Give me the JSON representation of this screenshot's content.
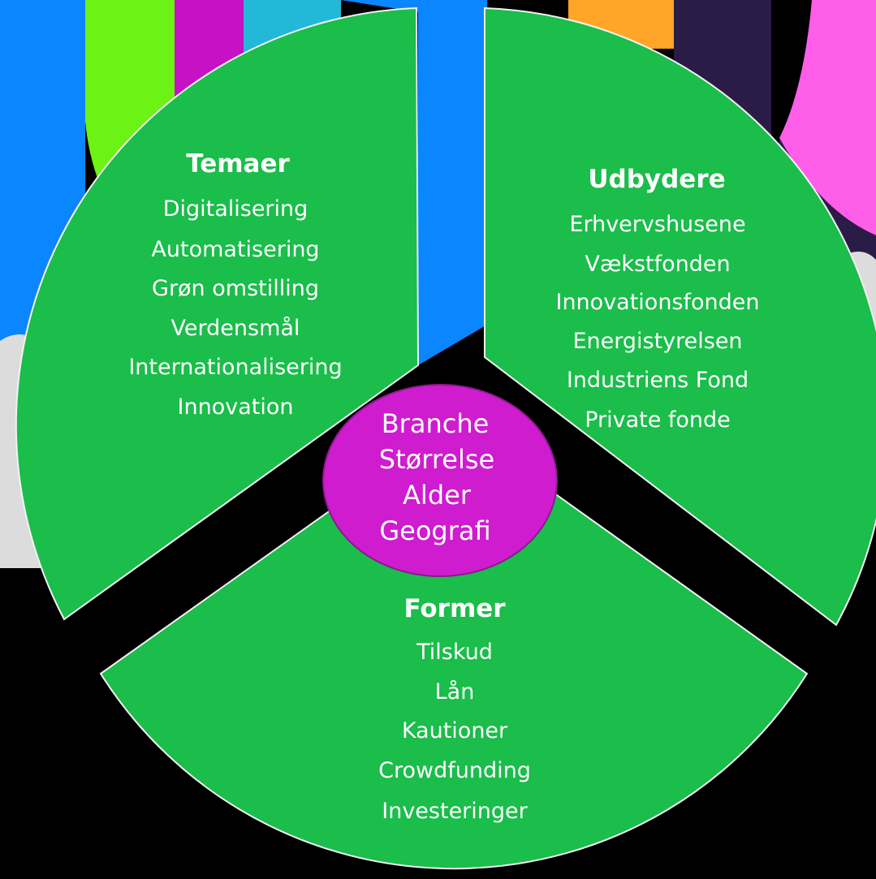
{
  "colors": {
    "segment_fill": "#1bbd4b",
    "segment_stroke": "#f2f2f2",
    "center_fill": "#cf1ccf",
    "center_stroke": "#8a1a8a",
    "background": "#000000"
  },
  "segments": {
    "temaer": {
      "title": "Temaer",
      "items": [
        "Digitalisering",
        "Automatisering",
        "Grøn omstilling",
        "Verdensmål",
        "Internationalisering",
        "Innovation"
      ]
    },
    "udbydere": {
      "title": "Udbydere",
      "items": [
        "Erhvervshusene",
        "Vækstfonden",
        "Innovationsfonden",
        "Energistyrelsen",
        "Industriens Fond",
        "Private fonde"
      ]
    },
    "former": {
      "title": "Former",
      "items": [
        "Tilskud",
        "Lån",
        "Kautioner",
        "Crowdfunding",
        "Investeringer"
      ]
    }
  },
  "center": {
    "items": [
      "Branche",
      "Størrelse",
      "Alder",
      "Geografi"
    ]
  }
}
